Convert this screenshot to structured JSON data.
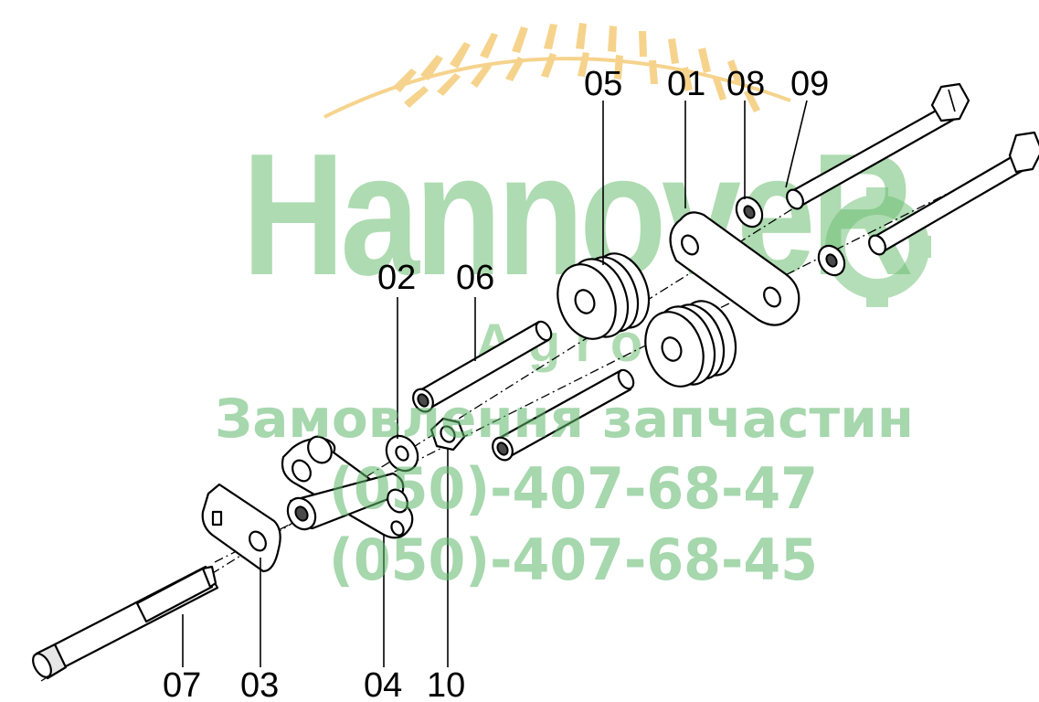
{
  "watermark": {
    "brand": "HannoveR",
    "sub": "Agro",
    "line1": "Замовлення запчастин",
    "phone1": "(050)-407-68-47",
    "phone2": "(050)-407-68-45"
  },
  "callouts": {
    "c01": "01",
    "c02": "02",
    "c03": "03",
    "c04": "04",
    "c05": "05",
    "c06": "06",
    "c07": "07",
    "c08": "08",
    "c09": "09",
    "c10": "10"
  },
  "colors": {
    "watermark": "#5fb86b",
    "wheat": "#f3c567",
    "line": "#000000"
  }
}
